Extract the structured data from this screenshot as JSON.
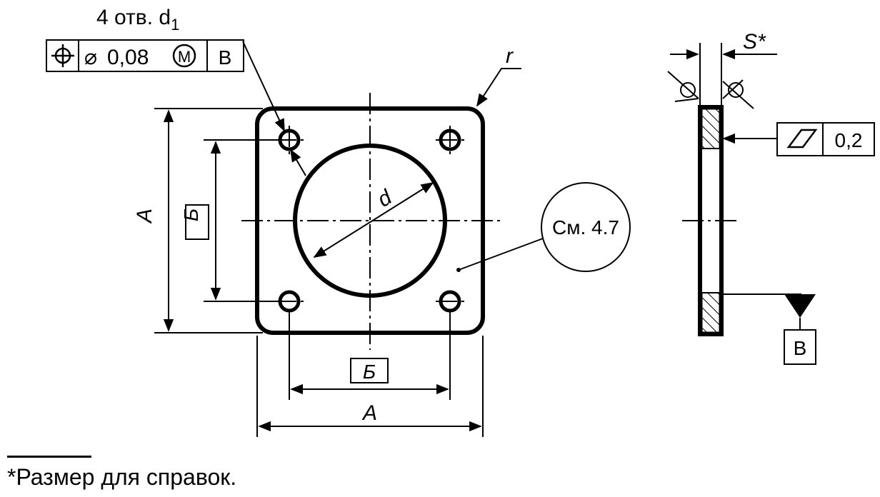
{
  "drawing": {
    "holes_label": "4 отв. d",
    "holes_label_sub": "1",
    "position_tolerance": {
      "symbol": "position-icon",
      "diameter_symbol": "⌀",
      "value": "0,08",
      "modifier": "M",
      "datum": "В"
    },
    "corner_radius": "r",
    "bore_diameter": "d",
    "overall_width_horizontal": "А",
    "overall_width_vertical": "А",
    "hole_spacing_horizontal": "Б",
    "hole_spacing_vertical": "Б",
    "note_reference": "См. 4.7",
    "thickness": "S*",
    "flatness_tolerance": {
      "symbol": "flatness-icon",
      "value": "0,2"
    },
    "datum_label": "В"
  },
  "footnote": "*Размер для справок.",
  "colors": {
    "line": "#000000",
    "background": "#ffffff"
  }
}
